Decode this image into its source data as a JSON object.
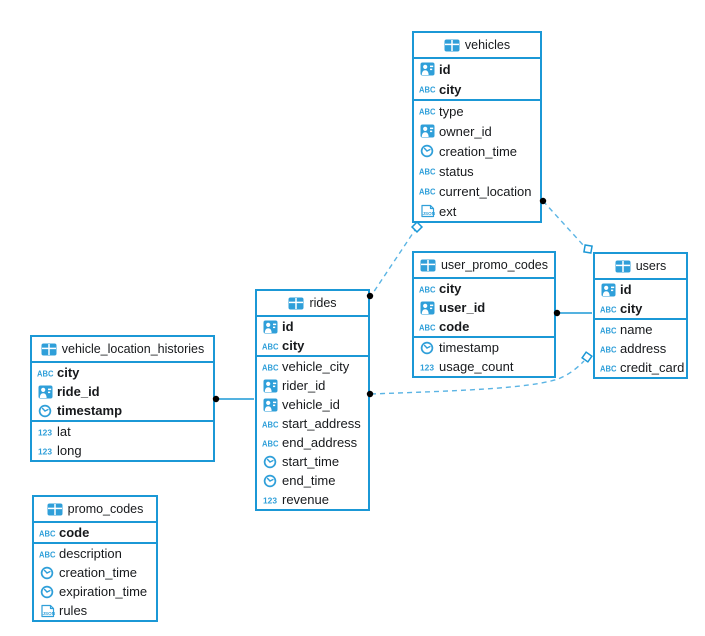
{
  "colors": {
    "accent": "#1b98d6",
    "icon_blue": "#2f9fd9",
    "dashed_line": "#5bb4e4",
    "connector_dot": "#000000",
    "text": "#17191c"
  },
  "tables": {
    "vehicles": {
      "title": "vehicles",
      "fields": [
        {
          "name": "id",
          "type": "user",
          "key": true
        },
        {
          "name": "city",
          "type": "text",
          "key": true
        },
        {
          "name": "type",
          "type": "text"
        },
        {
          "name": "owner_id",
          "type": "user"
        },
        {
          "name": "creation_time",
          "type": "time"
        },
        {
          "name": "status",
          "type": "text"
        },
        {
          "name": "current_location",
          "type": "text"
        },
        {
          "name": "ext",
          "type": "json"
        }
      ]
    },
    "user_promo_codes": {
      "title": "user_promo_codes",
      "fields": [
        {
          "name": "city",
          "type": "text",
          "key": true
        },
        {
          "name": "user_id",
          "type": "user",
          "key": true
        },
        {
          "name": "code",
          "type": "text",
          "key": true
        },
        {
          "name": "timestamp",
          "type": "time"
        },
        {
          "name": "usage_count",
          "type": "number"
        }
      ]
    },
    "users": {
      "title": "users",
      "fields": [
        {
          "name": "id",
          "type": "user",
          "key": true
        },
        {
          "name": "city",
          "type": "text",
          "key": true
        },
        {
          "name": "name",
          "type": "text"
        },
        {
          "name": "address",
          "type": "text"
        },
        {
          "name": "credit_card",
          "type": "text"
        }
      ]
    },
    "rides": {
      "title": "rides",
      "fields": [
        {
          "name": "id",
          "type": "user",
          "key": true
        },
        {
          "name": "city",
          "type": "text",
          "key": true
        },
        {
          "name": "vehicle_city",
          "type": "text"
        },
        {
          "name": "rider_id",
          "type": "user"
        },
        {
          "name": "vehicle_id",
          "type": "user"
        },
        {
          "name": "start_address",
          "type": "text"
        },
        {
          "name": "end_address",
          "type": "text"
        },
        {
          "name": "start_time",
          "type": "time"
        },
        {
          "name": "end_time",
          "type": "time"
        },
        {
          "name": "revenue",
          "type": "number"
        }
      ]
    },
    "vehicle_location_histories": {
      "title": "vehicle_location_histories",
      "fields": [
        {
          "name": "city",
          "type": "text",
          "key": true
        },
        {
          "name": "ride_id",
          "type": "user",
          "key": true
        },
        {
          "name": "timestamp",
          "type": "time",
          "key": true
        },
        {
          "name": "lat",
          "type": "number"
        },
        {
          "name": "long",
          "type": "number"
        }
      ]
    },
    "promo_codes": {
      "title": "promo_codes",
      "fields": [
        {
          "name": "code",
          "type": "text",
          "key": true
        },
        {
          "name": "description",
          "type": "text"
        },
        {
          "name": "creation_time",
          "type": "time"
        },
        {
          "name": "expiration_time",
          "type": "time"
        },
        {
          "name": "rules",
          "type": "json"
        }
      ]
    }
  },
  "relationships": [
    {
      "from": "rides",
      "to": "vehicles",
      "style": "dashed"
    },
    {
      "from": "users",
      "to": "vehicles",
      "style": "dashed"
    },
    {
      "from": "user_promo_codes",
      "to": "users",
      "style": "solid"
    },
    {
      "from": "rides",
      "to": "users",
      "style": "dashed"
    },
    {
      "from": "vehicle_location_histories",
      "to": "rides",
      "style": "solid"
    }
  ]
}
